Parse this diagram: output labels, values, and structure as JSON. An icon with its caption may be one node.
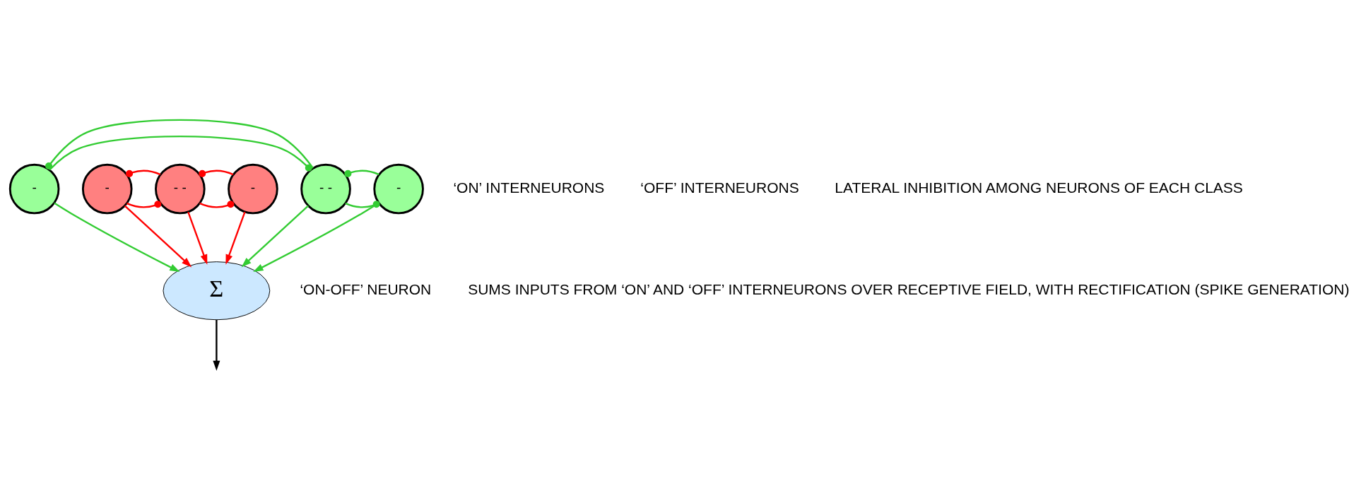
{
  "diagram": {
    "nodes": [
      {
        "text": [
          "-"
        ]
      },
      {
        "text": [
          "-"
        ]
      },
      {
        "text": [
          "- -"
        ]
      },
      {
        "text": [
          "- -"
        ]
      },
      {
        "text": [
          "-"
        ]
      },
      {
        "text": [
          "-"
        ]
      },
      {
        "text": [
          "Σ"
        ]
      }
    ],
    "edges": [
      {
        "from": 0,
        "to": 2,
        "arrow": "other",
        "color": "#33cc33"
      },
      {
        "from": 2,
        "to": 0,
        "arrow": "other",
        "color": "#33cc33"
      },
      {
        "from": 2,
        "to": 4,
        "arrow": "other",
        "color": "#33cc33"
      },
      {
        "from": 4,
        "to": 2,
        "arrow": "other",
        "color": "#33cc33"
      },
      {
        "from": 1,
        "to": 3,
        "arrow": "other",
        "color": "#ff0000"
      },
      {
        "from": 3,
        "to": 1,
        "arrow": "other",
        "color": "#ff0000"
      },
      {
        "from": 3,
        "to": 5,
        "arrow": "other",
        "color": "#ff0000"
      },
      {
        "from": 5,
        "to": 3,
        "arrow": "other",
        "color": "#ff0000"
      },
      {
        "from": 0,
        "to": 6,
        "arrow": "to",
        "color": "#33cc33"
      },
      {
        "from": 1,
        "to": 6,
        "arrow": "to",
        "color": "#ff0000"
      },
      {
        "from": 2,
        "to": 6,
        "arrow": "to",
        "color": "#33cc33"
      },
      {
        "from": 3,
        "to": 6,
        "arrow": "to",
        "color": "#ff0000"
      },
      {
        "from": 4,
        "to": 6,
        "arrow": "to",
        "color": "#33cc33"
      },
      {
        "from": 5,
        "to": 6,
        "arrow": "to",
        "color": "#ff0000"
      },
      {
        "from": 6,
        "to": null,
        "arrow": "to",
        "color": "#000000"
      }
    ],
    "labels": [
      "‘ON’ INTERNEURONS",
      "‘OFF’ INTERNEURONS",
      "LATERAL INHIBITION AMONG NEURONS OF EACH CLASS",
      "‘ON-OFF’ NEURON",
      "SUMS INPUTS FROM ‘ON’ AND ‘OFF’ INTERNEURONS OVER RECEPTIVE FIELD, WITH RECTIFICATION (SPIKE GENERATION)"
    ]
  }
}
